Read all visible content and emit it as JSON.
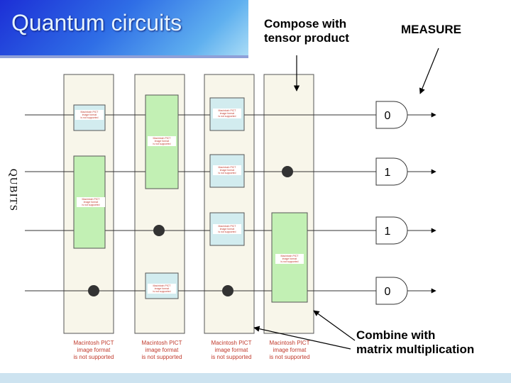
{
  "title": "Quantum circuits",
  "callouts": {
    "compose": "Compose with\ntensor product",
    "measure": "MEASURE",
    "combine": "Combine with\nmatrix multiplication"
  },
  "side_label": "QUBITS",
  "measurement_outputs": [
    "0",
    "1",
    "1",
    "0"
  ],
  "placeholder_text": {
    "mini": [
      "Macintosh PICT",
      "image format",
      "is not supported"
    ],
    "bottom": [
      "Macintosh PICT",
      "image format",
      "is not supported"
    ]
  },
  "colors": {
    "title_gradient_start": "#1c2fd6",
    "title_gradient_end": "#a9dcf6",
    "stage_fill": "#f8f6ea",
    "gate_blue": "#d2ecef",
    "gate_green": "#c2f0b4",
    "control_dot": "#333333",
    "placeholder_red": "#c0392b"
  }
}
